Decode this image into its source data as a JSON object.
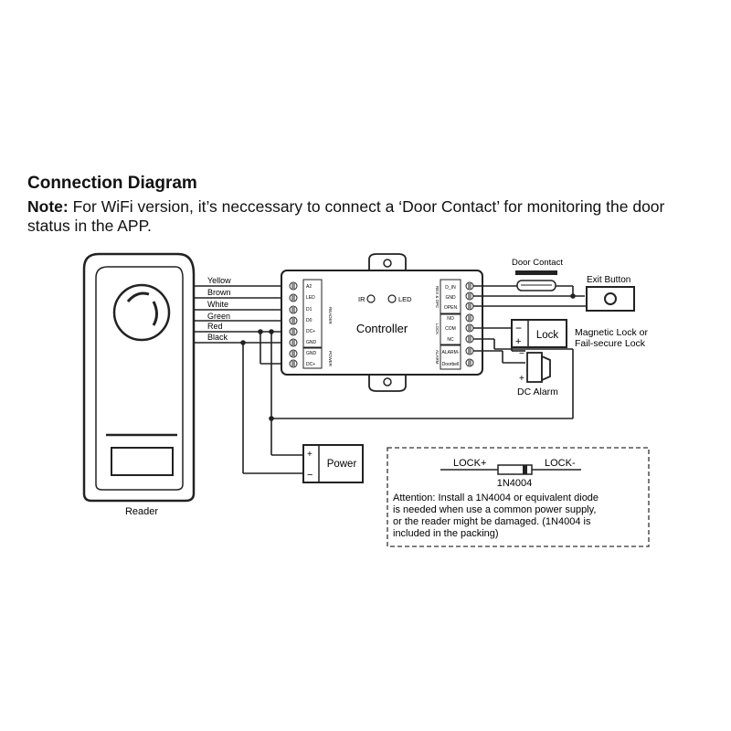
{
  "heading": "Connection Diagram",
  "note": {
    "label": "Note:",
    "text": "For WiFi version, it’s neccessary to connect a ‘Door Contact’ for monitoring the door status in the APP."
  },
  "reader": {
    "label": "Reader",
    "wires": [
      "Yellow",
      "Brown",
      "White",
      "Green",
      "Red",
      "Black"
    ]
  },
  "controller": {
    "label": "Controller",
    "indicators": [
      "IR",
      "LED"
    ],
    "reader_terminals": [
      "A2",
      "LED",
      "D1",
      "D0",
      "DC+",
      "GND"
    ],
    "reader_group": "READER",
    "power_terminals": [
      "GND",
      "DC+"
    ],
    "power_group": "POWER",
    "rex_terminals": [
      "D_IN",
      "GND",
      "OPEN"
    ],
    "rex_group": "REX & DPC",
    "lock_terminals": [
      "NO",
      "COM",
      "NC"
    ],
    "lock_group": "LOCK",
    "alarm_terminals": [
      "ALARM-",
      "Doorbell"
    ],
    "alarm_group": "ALARM"
  },
  "door_contact": "Door Contact",
  "exit_button": "Exit Button",
  "lock": {
    "label": "Lock",
    "minus": "−",
    "plus": "+",
    "description_line1": "Magnetic Lock or",
    "description_line2": "Fail-secure Lock"
  },
  "alarm": {
    "label": "DC Alarm",
    "minus": "−",
    "plus": "+"
  },
  "power": {
    "label": "Power",
    "plus": "+",
    "minus": "−"
  },
  "attention_box": {
    "lock_plus": "LOCK+",
    "lock_minus": "LOCK-",
    "diode": "1N4004",
    "lines": [
      "Attention: Install a 1N4004 or equivalent diode",
      "is needed when use a common power supply,",
      "or the reader might be damaged. (1N4004 is",
      "included in the packing)"
    ]
  }
}
